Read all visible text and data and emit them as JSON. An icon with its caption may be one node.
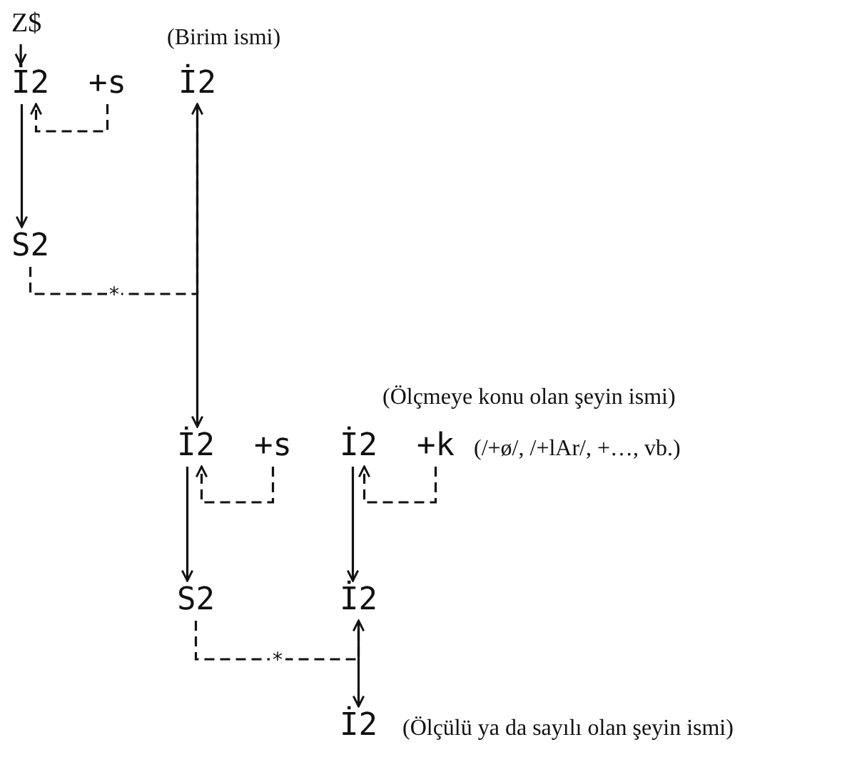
{
  "diagram": {
    "nodes": [
      {
        "text": [
          "Z$"
        ]
      },
      {
        "text": [
          "İ2"
        ]
      },
      {
        "text": [
          "+s"
        ]
      },
      {
        "text": [
          "İ2"
        ],
        "beside": [
          "(Birim ismi)"
        ]
      },
      {
        "text": [
          "S2"
        ]
      },
      {
        "text": [
          "İ2"
        ]
      },
      {
        "text": [
          "+s"
        ]
      },
      {
        "text": [
          "İ2"
        ],
        "beside": [
          "(Ölçmeye konu olan şeyin ismi)"
        ]
      },
      {
        "text": [
          "+k"
        ],
        "beside": [
          "(/+ø/, /+lAr/, +…, vb.)"
        ]
      },
      {
        "text": [
          "S2"
        ]
      },
      {
        "text": [
          "İ2"
        ]
      },
      {
        "text": [
          "İ2"
        ],
        "beside": [
          "(Ölçülü ya da sayılı olan şeyin ismi)"
        ]
      }
    ],
    "edges": [
      {
        "from": 0,
        "to": 1,
        "arrow": "to"
      },
      {
        "from": 2,
        "to": 1,
        "arrow": "to",
        "style": "dashed"
      },
      {
        "from": 1,
        "to": 4,
        "arrow": "to"
      },
      {
        "from": 4,
        "to": 3,
        "arrow": "to",
        "style": "dashed",
        "label": "*"
      },
      {
        "from": 3,
        "to": 5,
        "arrow": "to"
      },
      {
        "from": 6,
        "to": 5,
        "arrow": "to",
        "style": "dashed"
      },
      {
        "from": 8,
        "to": 7,
        "arrow": "to",
        "style": "dashed"
      },
      {
        "from": 5,
        "to": 9,
        "arrow": "to"
      },
      {
        "from": 7,
        "to": 10,
        "arrow": "to"
      },
      {
        "from": 9,
        "to": 10,
        "arrow": "to",
        "style": "dashed",
        "label": "*"
      },
      {
        "from": 10,
        "to": 11,
        "arrow": "to"
      }
    ]
  }
}
